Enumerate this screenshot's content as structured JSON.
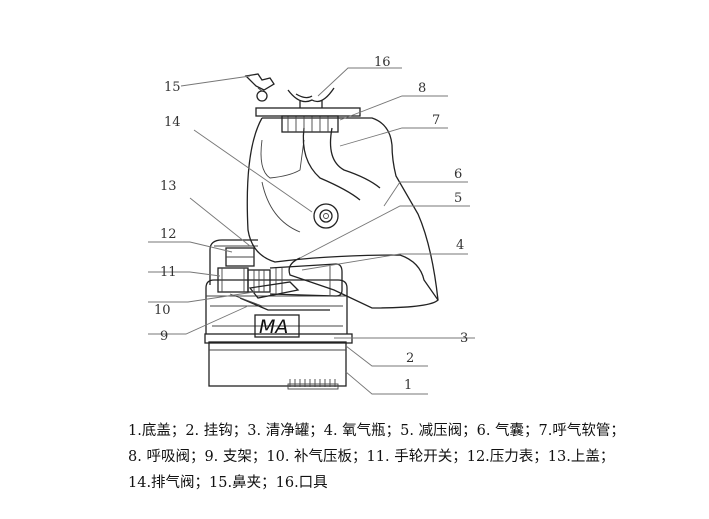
{
  "callouts": [
    "1",
    "2",
    "3",
    "4",
    "5",
    "6",
    "7",
    "8",
    "9",
    "10",
    "11",
    "12",
    "13",
    "14",
    "15",
    "16"
  ],
  "mark": "MA",
  "legend": {
    "line1": "1.底盖；2. 挂钩；3. 清净罐；4. 氧气瓶；5. 减压阀；6. 气囊；7.呼气软管；",
    "line2": "8. 呼吸阀；9. 支架；10. 补气压板；11. 手轮开关；12.压力表；13.上盖；",
    "line3": "14.排气阀；15.鼻夹；16.口具"
  }
}
